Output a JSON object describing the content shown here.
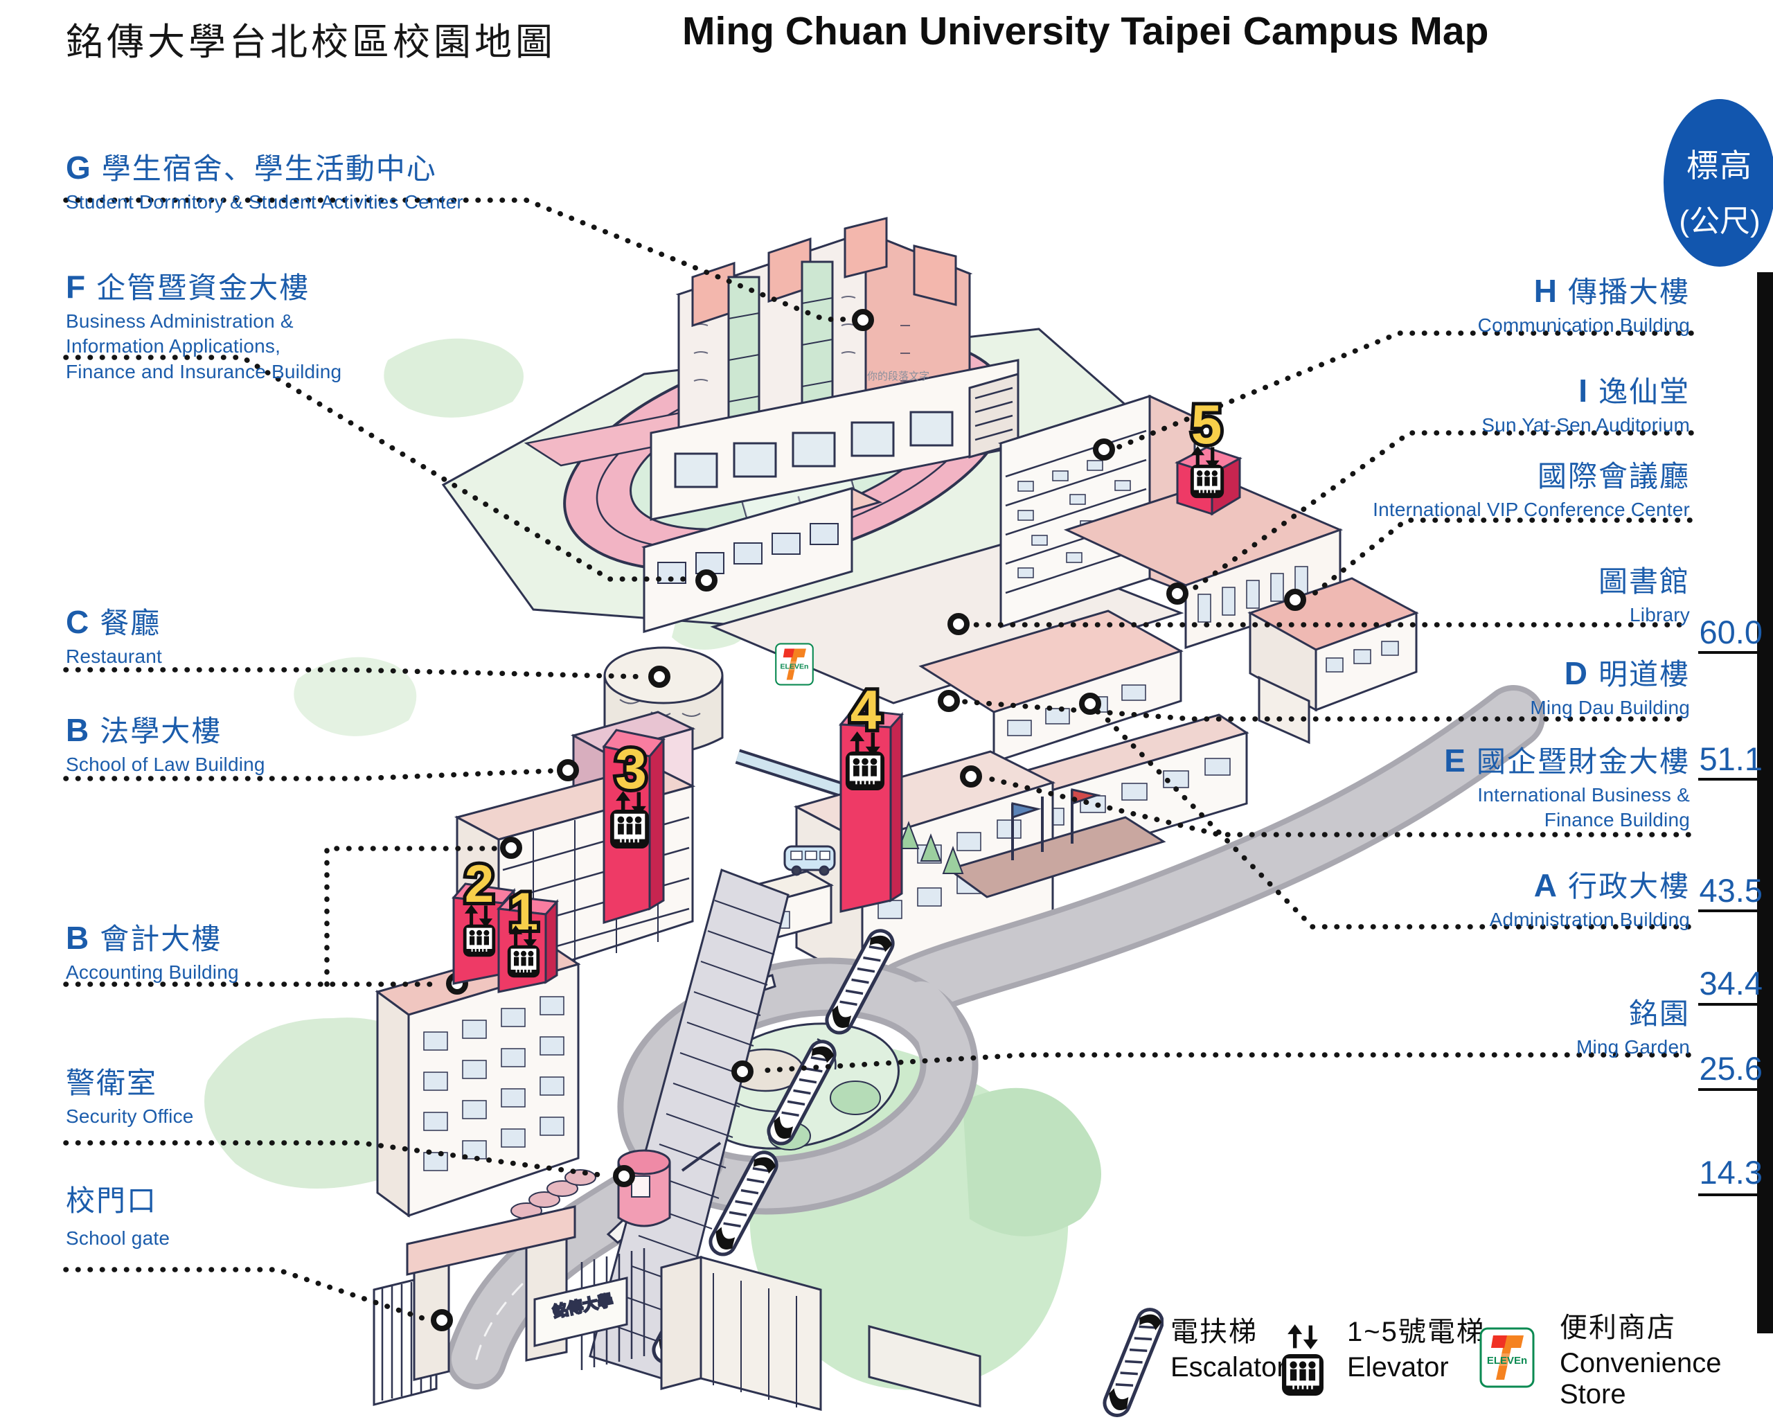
{
  "title": {
    "zh": "銘傳大學台北校區校園地圖",
    "en": "Ming Chuan University Taipei Campus Map"
  },
  "elevation_badge": {
    "line1": "標高",
    "line2": "(公尺)"
  },
  "buildings_left": [
    {
      "letter": "G",
      "zh": "學生宿舍、學生活動中心",
      "en": "Student Dormitory & Student Activities Center"
    },
    {
      "letter": "F",
      "zh": "企管暨資金大樓",
      "en_lines": [
        "Business Administration &",
        "Information Applications,",
        "Finance and Insurance Building"
      ]
    },
    {
      "letter": "C",
      "zh": "餐廳",
      "en": "Restaurant"
    },
    {
      "letter": "B",
      "zh": "法學大樓",
      "en": "School of Law Building"
    },
    {
      "letter": "B",
      "zh": "會計大樓",
      "en": "Accounting Building"
    },
    {
      "letter": "",
      "zh": "警衛室",
      "en": "Security Office"
    },
    {
      "letter": "",
      "zh": "校門口",
      "en": "School gate"
    }
  ],
  "buildings_right": [
    {
      "letter": "H",
      "zh": "傳播大樓",
      "en": "Communication Building"
    },
    {
      "letter": "I",
      "zh": "逸仙堂",
      "en": "Sun Yat-Sen Auditorium"
    },
    {
      "letter": "",
      "zh": "國際會議廳",
      "en": "International VIP Conference Center"
    },
    {
      "letter": "",
      "zh": "圖書館",
      "en": "Library"
    },
    {
      "letter": "D",
      "zh": "明道樓",
      "en": "Ming Dau Building"
    },
    {
      "letter": "E",
      "zh": "國企暨財金大樓",
      "en_lines": [
        "International Business &",
        "Finance Building"
      ]
    },
    {
      "letter": "A",
      "zh": "行政大樓",
      "en": "Administration Building"
    },
    {
      "letter": "",
      "zh": "銘園",
      "en": "Ming Garden"
    }
  ],
  "elevations": [
    "60.0",
    "51.1",
    "43.5",
    "34.4",
    "25.6",
    "14.3"
  ],
  "legend": [
    {
      "icon": "escalator-icon",
      "zh": "電扶梯",
      "en": "Escalator"
    },
    {
      "icon": "elevator-icon",
      "zh": "1~5號電梯",
      "en": "Elevator"
    },
    {
      "icon": "seven-eleven-icon",
      "zh": "便利商店",
      "en": "Convenience Store"
    }
  ],
  "map": {
    "markers": [
      "1",
      "2",
      "3",
      "4",
      "5"
    ],
    "seven_eleven": {
      "seven": "7",
      "eleven": "ELEVEn"
    },
    "placeholder_text": "你的段落文字",
    "gate_sign": "銘傳大學"
  },
  "colors": {
    "label_blue": "#1b5cab",
    "badge_blue": "#1256ae",
    "marker_pink": "#ee3a66",
    "marker_yellow": "#f8cf4a",
    "track_pink": "#f2b4c4",
    "road_gray": "#c9c8cd"
  }
}
